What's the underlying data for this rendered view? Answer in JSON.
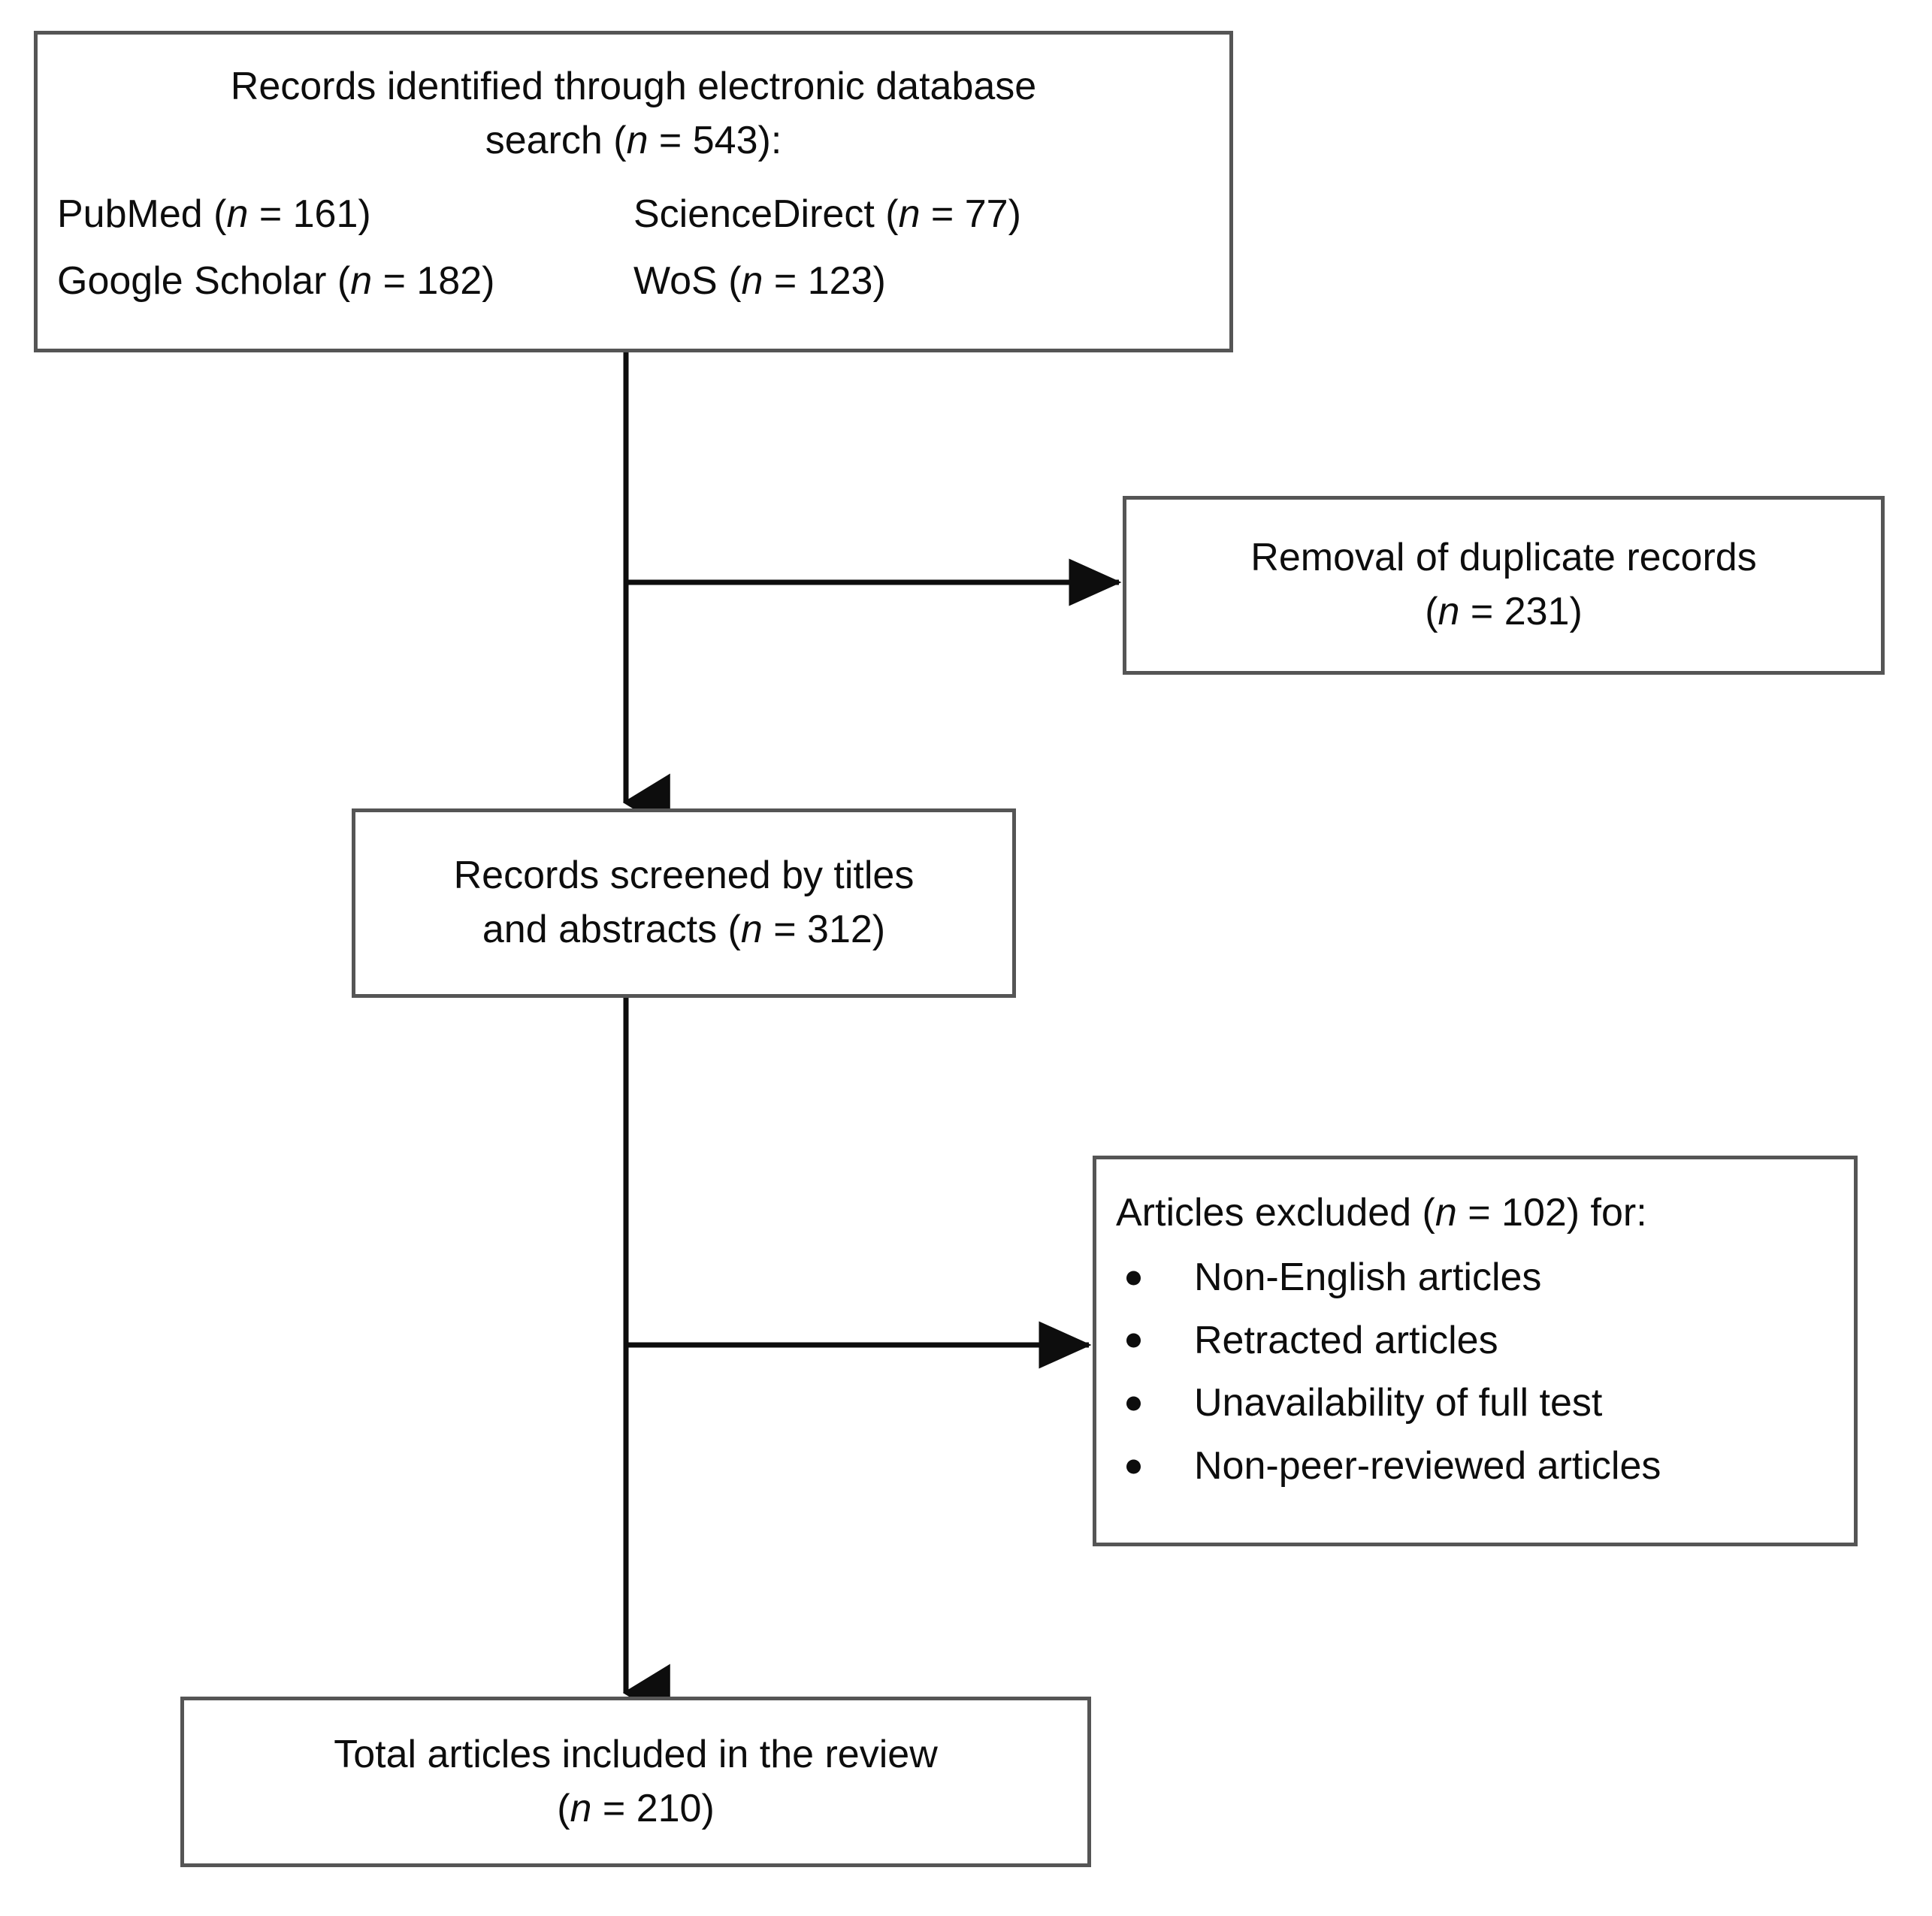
{
  "diagram": {
    "type": "prisma-flow-diagram",
    "title": "PRISMA study selection flow diagram",
    "colors": {
      "box_border": "#555555",
      "box_fill": "#ffffff",
      "connector": "#0d0d0d",
      "text": "#0d0d0d",
      "page_background": "#ffffff"
    }
  },
  "identification": {
    "heading_line1": "Records identified through electronic database",
    "heading_line2_prefix": "search (",
    "heading_line2_n": "n",
    "heading_line2_suffix": " = 543):",
    "sources": [
      {
        "name_prefix": "PubMed (",
        "n": "n",
        "value": " = 161)"
      },
      {
        "name_prefix": "ScienceDirect (",
        "n": "n",
        "value": " = 77)"
      },
      {
        "name_prefix": "Google Scholar (",
        "n": "n",
        "value": " = 182)"
      },
      {
        "name_prefix": "WoS (",
        "n": "n",
        "value": " = 123)"
      }
    ]
  },
  "duplicates": {
    "line1": "Removal of duplicate records",
    "line2_prefix": "(",
    "line2_n": "n",
    "line2_suffix": " = 231)"
  },
  "screening": {
    "line1": "Records screened by titles",
    "line2_prefix": "and abstracts (",
    "line2_n": "n",
    "line2_suffix": " = 312)"
  },
  "exclusions": {
    "heading_prefix": "Articles excluded (",
    "heading_n": "n",
    "heading_suffix": " = 102) for:",
    "reasons": [
      "Non-English articles",
      "Retracted articles",
      "Unavailability of full test",
      "Non-peer-reviewed articles"
    ]
  },
  "included": {
    "line1": "Total articles included in the review",
    "line2_prefix": "(",
    "line2_n": "n",
    "line2_suffix": " = 210)"
  },
  "connectors": [
    {
      "name": "identification-to-screening",
      "from": "identification",
      "to": "screening",
      "direction": "down"
    },
    {
      "name": "identification-to-duplicates",
      "from": "identification",
      "to": "duplicates",
      "direction": "right"
    },
    {
      "name": "screening-to-included",
      "from": "screening",
      "to": "included",
      "direction": "down"
    },
    {
      "name": "screening-to-exclusions",
      "from": "screening",
      "to": "exclusions",
      "direction": "right"
    }
  ]
}
